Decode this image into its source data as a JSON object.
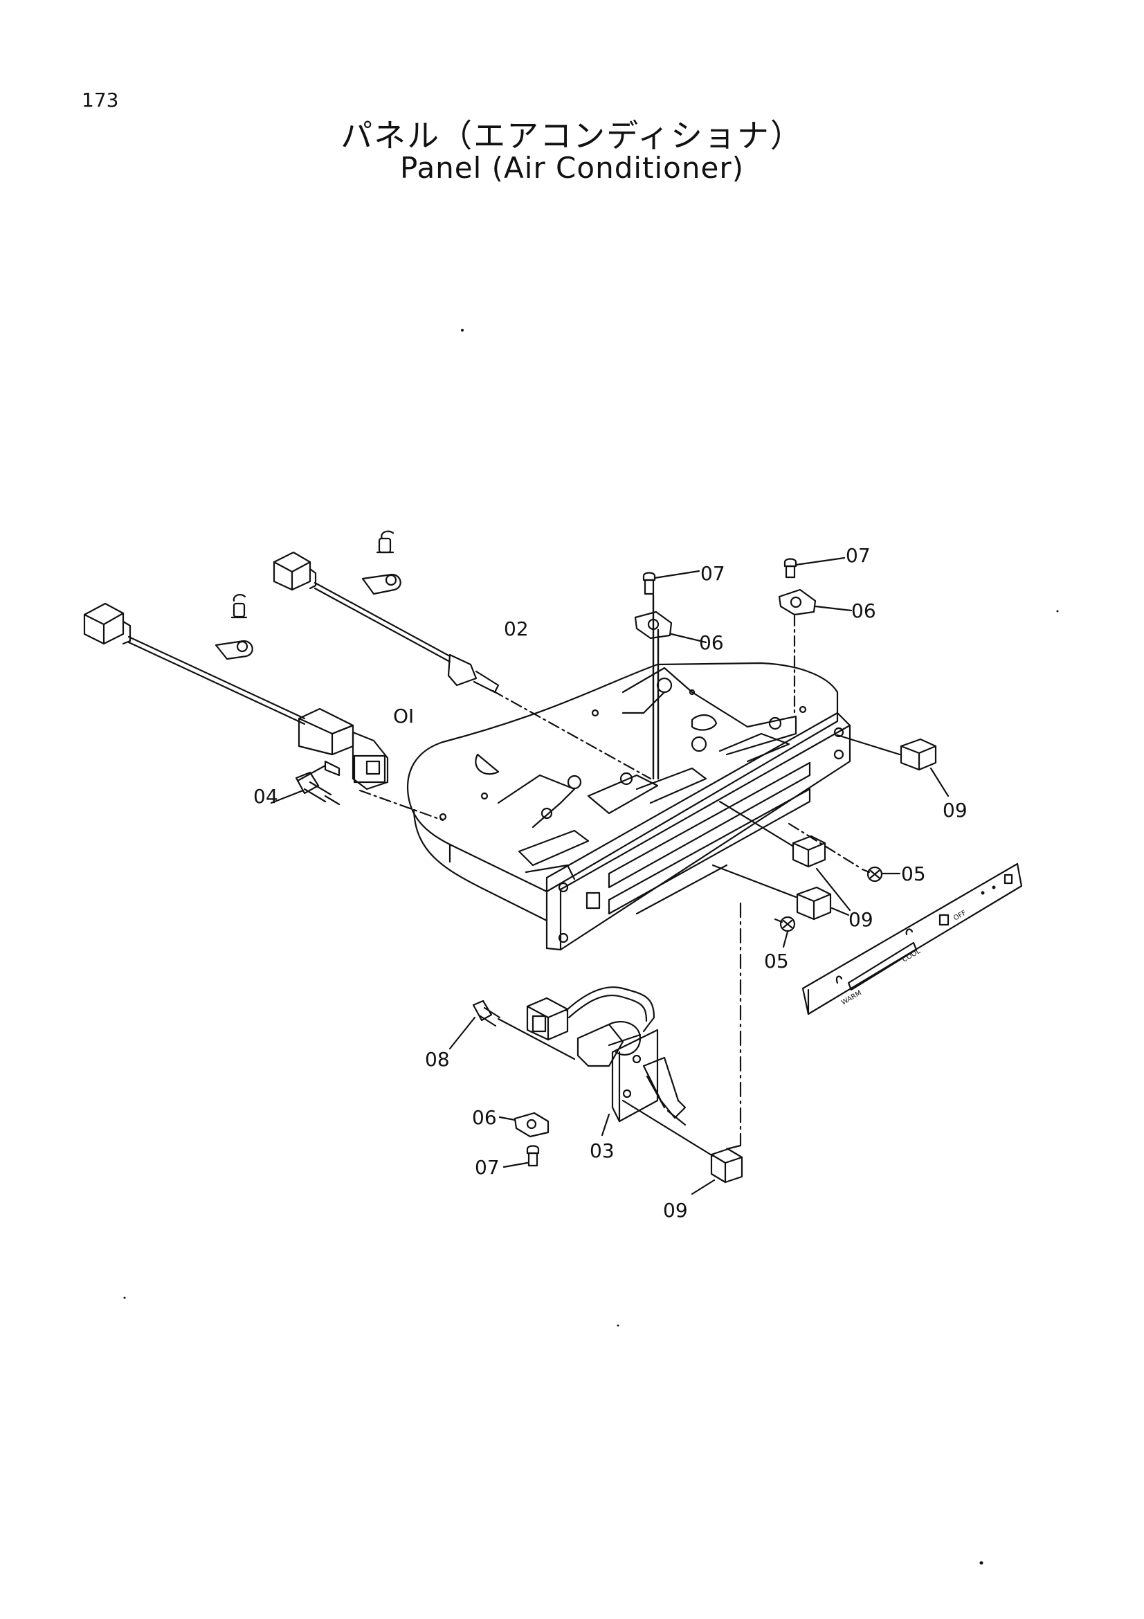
{
  "page_number": "173",
  "title_ja": "パネル（エアコンディショナ）",
  "title_en": "Panel (Air Conditioner)",
  "callouts": {
    "c01": "OI",
    "c02": "02",
    "c03": "03",
    "c04": "04",
    "c05a": "05",
    "c05b": "05",
    "c06a": "06",
    "c06b": "06",
    "c06c": "06",
    "c07a": "07",
    "c07b": "07",
    "c07c": "07",
    "c08": "08",
    "c09a": "09",
    "c09b": "09",
    "c09c": "09"
  },
  "panel_legend": {
    "warm": "WARM",
    "cool": "COOL",
    "off": "OFF"
  }
}
